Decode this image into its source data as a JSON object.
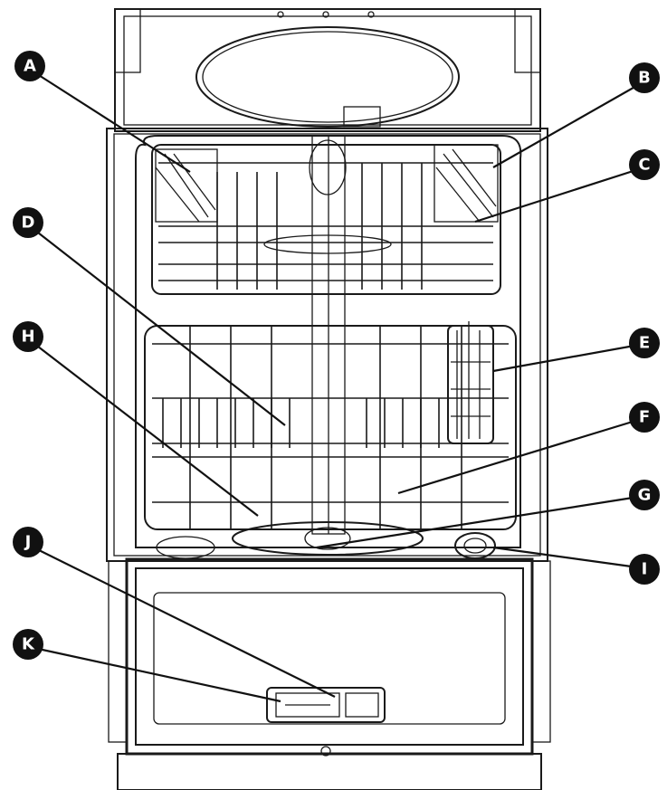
{
  "colors": {
    "line": "#1a1a1a",
    "callout_fill": "#111111",
    "callout_text": "#ffffff",
    "background": "#ffffff"
  },
  "callouts": [
    {
      "id": "A",
      "label": "A"
    },
    {
      "id": "B",
      "label": "B"
    },
    {
      "id": "C",
      "label": "C"
    },
    {
      "id": "D",
      "label": "D"
    },
    {
      "id": "E",
      "label": "E"
    },
    {
      "id": "F",
      "label": "F"
    },
    {
      "id": "G",
      "label": "G"
    },
    {
      "id": "H",
      "label": "H"
    },
    {
      "id": "I",
      "label": "I"
    },
    {
      "id": "J",
      "label": "J"
    },
    {
      "id": "K",
      "label": "K"
    }
  ]
}
